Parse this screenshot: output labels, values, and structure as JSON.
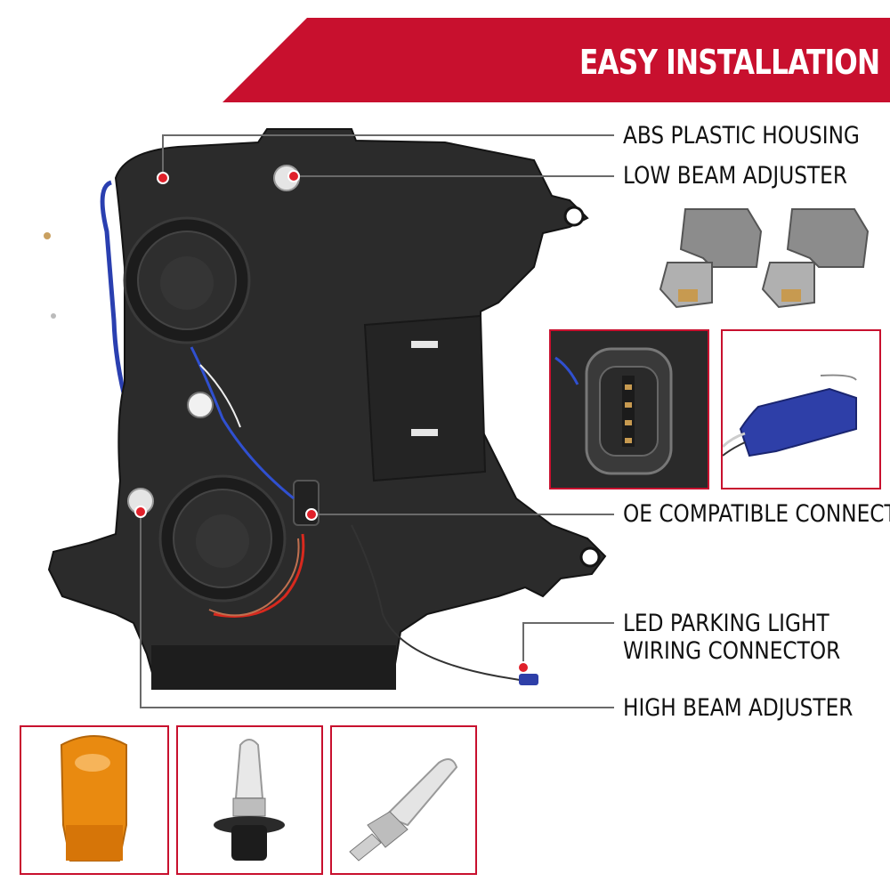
{
  "banner": {
    "title": "EASY INSTALLATION"
  },
  "callouts": {
    "abs_housing": "ABS PLASTIC HOUSING",
    "low_beam_adjuster": "LOW BEAM ADJUSTER",
    "oe_connector": "OE COMPATIBLE CONNECTOR",
    "led_parking_line1": "LED PARKING LIGHT",
    "led_parking_line2": "WIRING CONNECTOR",
    "high_beam_adjuster": "HIGH BEAM ADJUSTER"
  },
  "colors": {
    "brand_red": "#c8102e",
    "housing": "#2a2a2a",
    "connector_gray": "#8c8c8c",
    "connector_blue": "#2e3fa8",
    "amber_bulb": "#e98a10"
  },
  "icons": [
    "headlight-housing",
    "socket-adapter-icon",
    "connector-closeup",
    "blue-wire-connector",
    "amber-7443-bulb",
    "h11-bulb",
    "h1-bulb"
  ]
}
